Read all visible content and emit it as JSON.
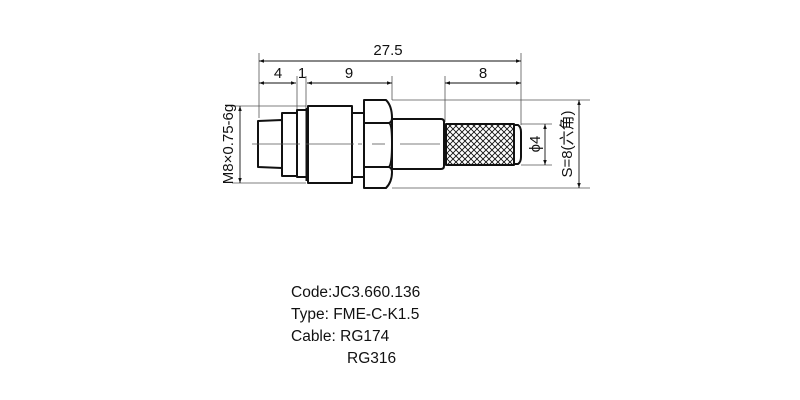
{
  "drawing": {
    "part": "FME crimp connector (side view)",
    "dimensions": {
      "overall_length": "27.5",
      "seg_plug": "4",
      "seg_ring": "1",
      "seg_body": "9",
      "seg_crimp": "8",
      "thread": "M8×0.75-6g",
      "crimp_diameter": "ϕ4",
      "hex_size": "S=8(六角)"
    },
    "colors": {
      "line": "#111111",
      "thin_line": "#555555",
      "background": "#ffffff"
    }
  },
  "info": {
    "code_label": "Code:",
    "code_value": "JC3.660.136",
    "type_label": "Type: ",
    "type_value": "FME-C-K1.5",
    "cable_label": "Cable: ",
    "cable_values": [
      "RG174",
      "RG316"
    ]
  }
}
